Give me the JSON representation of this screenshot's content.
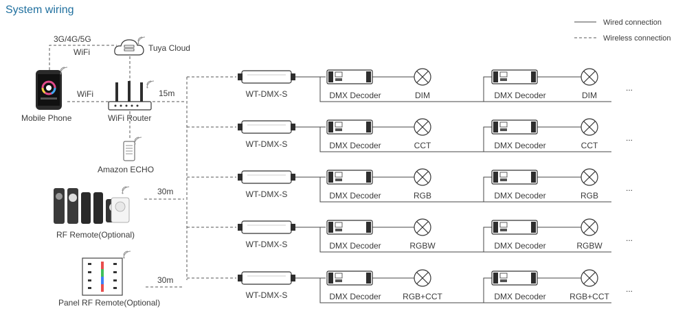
{
  "title": "System wiring",
  "legend": {
    "wired": "Wired connection",
    "wireless": "Wireless connection"
  },
  "left": {
    "network": "3G/4G/5G",
    "wifi_top": "WiFi",
    "cloud": "Tuya Cloud",
    "phone": "Mobile Phone",
    "wifi_mid": "WiFi",
    "router": "WiFi Router",
    "dist_router": "15m",
    "echo": "Amazon ECHO",
    "rf_remote": "RF Remote(Optional)",
    "dist_rf": "30m",
    "panel_remote": "Panel RF Remote(Optional)",
    "dist_panel": "30m"
  },
  "rows": [
    {
      "master": "WT-DMX-S",
      "decoder1": "DMX Decoder",
      "lamp1": "DIM",
      "decoder2": "DMX Decoder",
      "lamp2": "DIM",
      "more": "..."
    },
    {
      "master": "WT-DMX-S",
      "decoder1": "DMX Decoder",
      "lamp1": "CCT",
      "decoder2": "DMX Decoder",
      "lamp2": "CCT",
      "more": "..."
    },
    {
      "master": "WT-DMX-S",
      "decoder1": "DMX Decoder",
      "lamp1": "RGB",
      "decoder2": "DMX Decoder",
      "lamp2": "RGB",
      "more": "..."
    },
    {
      "master": "WT-DMX-S",
      "decoder1": "DMX Decoder",
      "lamp1": "RGBW",
      "decoder2": "DMX Decoder",
      "lamp2": "RGBW",
      "more": "..."
    },
    {
      "master": "WT-DMX-S",
      "decoder1": "DMX Decoder",
      "lamp1": "RGB+CCT",
      "decoder2": "DMX Decoder",
      "lamp2": "RGB+CCT",
      "more": "..."
    }
  ]
}
